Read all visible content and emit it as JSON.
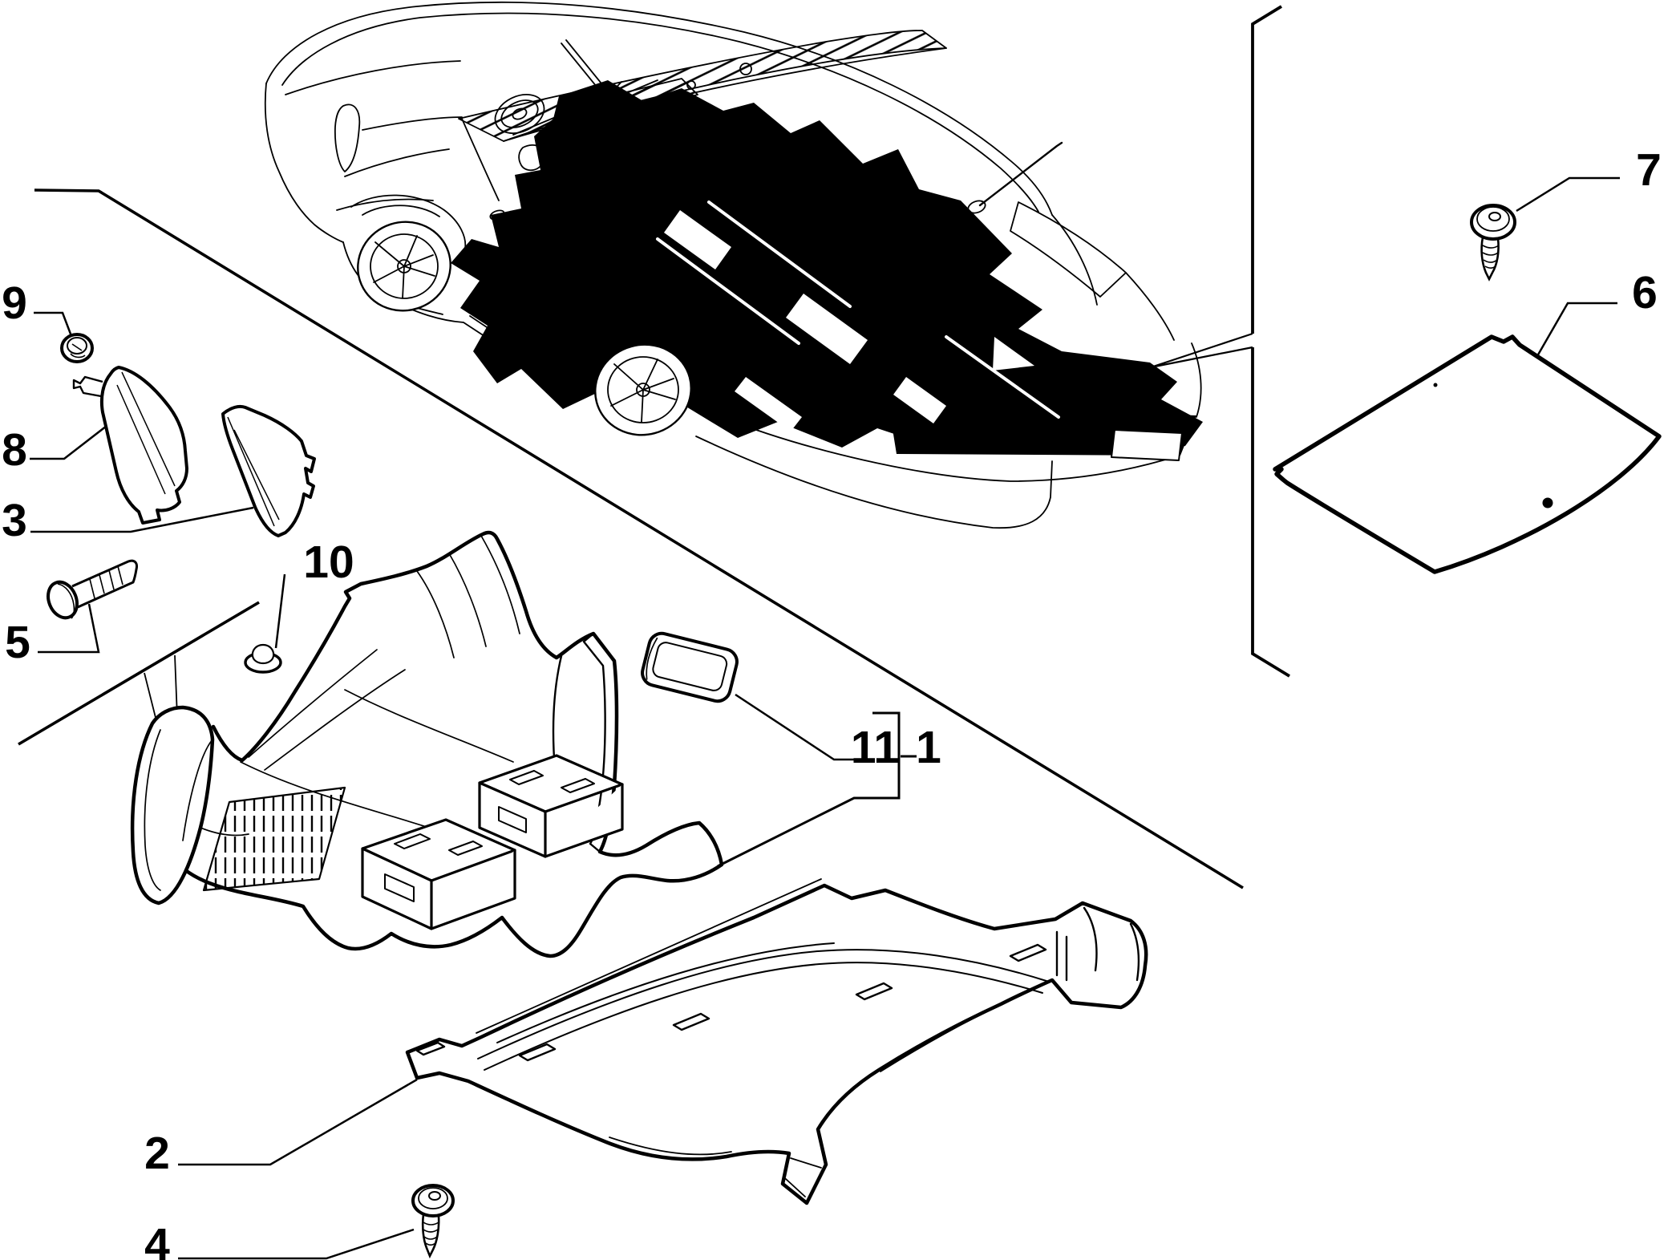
{
  "figure": {
    "kind": "exploded-parts-diagram",
    "subject": "car floor carpets and mats",
    "background_color": "#ffffff",
    "line_color": "#000000",
    "fill_black": "#000000"
  },
  "callouts": [
    {
      "id": "9",
      "label": "9",
      "part": "fixing-nut"
    },
    {
      "id": "8",
      "label": "8",
      "part": "left-side-cover"
    },
    {
      "id": "3",
      "label": "3",
      "part": "right-side-cover"
    },
    {
      "id": "5",
      "label": "5",
      "part": "bolt"
    },
    {
      "id": "10",
      "label": "10",
      "part": "plug-grommet"
    },
    {
      "id": "2",
      "label": "2",
      "part": "rear-floor-carpet"
    },
    {
      "id": "4",
      "label": "4",
      "part": "self-tapping-screw"
    },
    {
      "id": "7",
      "label": "7",
      "part": "self-tapping-screw"
    },
    {
      "id": "6",
      "label": "6",
      "part": "luggage-compartment-mat"
    },
    {
      "id": "11",
      "label": "11",
      "part": "heel-pad"
    },
    {
      "id": "1",
      "label": "1",
      "part": "front-floor-carpet"
    }
  ],
  "parts": [
    "car-body-with-black-floor-silhouette",
    "front-floor-carpet",
    "rear-floor-carpet",
    "luggage-compartment-mat",
    "heel-pad-tray",
    "left-side-cover",
    "right-side-cover",
    "hex-bolt",
    "fixing-nut",
    "plug-grommet",
    "tapping-screw-front",
    "tapping-screw-rear"
  ]
}
